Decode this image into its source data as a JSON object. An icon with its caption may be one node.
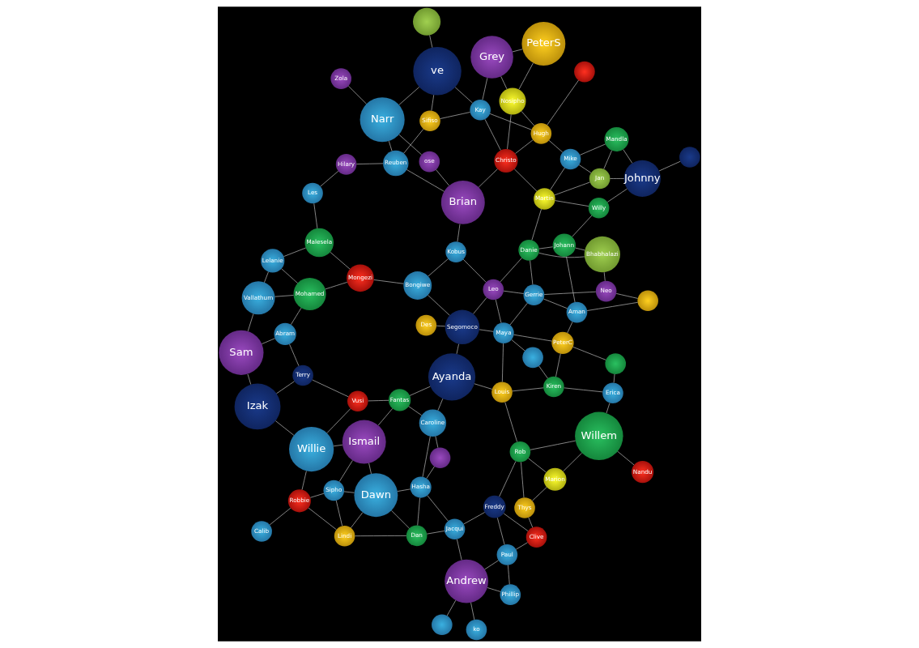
{
  "diagram": {
    "nodes": [
      {
        "text": [
          "Kay"
        ]
      },
      {
        "text": [
          "Les"
        ]
      },
      {
        "text": [
          "Malesela"
        ]
      },
      {
        "text": [
          "Hilary"
        ]
      },
      {
        "text": [
          "Lelanie"
        ]
      },
      {
        "text": [
          "Vallathum"
        ]
      },
      {
        "text": [
          "Sifiso"
        ]
      },
      {
        "text": [
          "PeterS"
        ]
      },
      {
        "text": [
          "Sam"
        ]
      },
      {
        "text": [
          "Izak"
        ]
      },
      {
        "text": [
          "Reuben"
        ]
      },
      {
        "text": [
          "ve"
        ]
      },
      {
        "text": [],
        "shape": "circle"
      },
      {
        "text": [
          "Grey"
        ]
      },
      {
        "text": [
          "Calib"
        ]
      },
      {
        "text": [
          "Willie"
        ]
      },
      {
        "text": [
          "Narr"
        ]
      },
      {
        "text": [
          "Zola"
        ]
      },
      {
        "text": [
          "Vusi"
        ]
      },
      {
        "text": [
          "Robbie"
        ]
      },
      {
        "text": [
          "Mongezi"
        ]
      },
      {
        "text": [
          "Terry"
        ]
      },
      {
        "text": [
          "Abram"
        ]
      },
      {
        "text": [
          "Mohamed"
        ]
      },
      {
        "text": [
          "Nosipho"
        ]
      },
      {
        "text": [
          "Sipho"
        ]
      },
      {
        "text": [
          "Bongiwe"
        ]
      },
      {
        "text": [
          "Ismail"
        ]
      },
      {
        "text": [
          "Fantas"
        ]
      },
      {
        "text": [
          "ose"
        ]
      },
      {
        "text": [
          "Kobus"
        ]
      },
      {
        "text": [
          "Brian"
        ]
      },
      {
        "text": [
          "Christo"
        ]
      },
      {
        "text": [
          "Hugh"
        ]
      },
      {
        "text": [],
        "shape": "circle"
      },
      {
        "text": [
          "Dawn"
        ]
      },
      {
        "text": [
          "Caroline"
        ]
      },
      {
        "text": [
          "Ayanda"
        ]
      },
      {
        "text": [
          "Lindi"
        ]
      },
      {
        "text": [
          "Hasha"
        ]
      },
      {
        "text": [],
        "shape": "circle"
      },
      {
        "text": [
          "Segomoco"
        ]
      },
      {
        "text": [
          "Leo"
        ]
      },
      {
        "text": [
          "Des"
        ]
      },
      {
        "text": [
          "Dan"
        ]
      },
      {
        "text": [
          "Louis"
        ]
      },
      {
        "text": [
          "Mike"
        ]
      },
      {
        "text": [
          "Maya"
        ]
      },
      {
        "text": [
          "Martin"
        ]
      },
      {
        "text": [
          "Jacqui"
        ]
      },
      {
        "text": [
          "Danie"
        ]
      },
      {
        "text": [],
        "shape": "circle"
      },
      {
        "text": [
          "Kiren"
        ]
      },
      {
        "text": [
          "Gerrie"
        ]
      },
      {
        "text": [
          "Jan"
        ]
      },
      {
        "text": [
          "Neo"
        ]
      },
      {
        "text": [
          "Mandla"
        ]
      },
      {
        "text": [
          "Bhabhalazi"
        ]
      },
      {
        "text": [
          "Erica"
        ]
      },
      {
        "text": [],
        "shape": "circle"
      },
      {
        "text": [
          "PeterC"
        ]
      },
      {
        "text": [
          "Aman"
        ]
      },
      {
        "text": [],
        "shape": "circle"
      },
      {
        "text": [
          "Rob"
        ]
      },
      {
        "text": [
          "ko"
        ]
      },
      {
        "text": [],
        "shape": "circle"
      },
      {
        "text": [
          "Andrew"
        ]
      },
      {
        "text": [
          "Freddy"
        ]
      },
      {
        "text": [
          "Willem"
        ]
      },
      {
        "text": [
          "Paul"
        ]
      },
      {
        "text": [
          "Willy"
        ]
      },
      {
        "text": [
          "Johann"
        ]
      },
      {
        "text": [
          "Thys"
        ]
      },
      {
        "text": [
          "Clive"
        ]
      },
      {
        "text": [
          "Nandu"
        ]
      },
      {
        "text": [
          "Phillip"
        ]
      },
      {
        "text": [
          "Marion"
        ]
      },
      {
        "text": [
          "Johnny"
        ]
      },
      {
        "text": [],
        "shape": "circle"
      }
    ],
    "edges": [
      {
        "from": 0,
        "to": 6,
        "arrow": "none"
      },
      {
        "from": 0,
        "to": 11,
        "arrow": "none"
      },
      {
        "from": 0,
        "to": 13,
        "arrow": "none"
      },
      {
        "from": 0,
        "to": 32,
        "arrow": "none"
      },
      {
        "from": 0,
        "to": 33,
        "arrow": "none"
      },
      {
        "from": 1,
        "to": 2,
        "arrow": "none"
      },
      {
        "from": 1,
        "to": 3,
        "arrow": "none"
      },
      {
        "from": 2,
        "to": 4,
        "arrow": "none"
      },
      {
        "from": 2,
        "to": 20,
        "arrow": "none"
      },
      {
        "from": 4,
        "to": 5,
        "arrow": "none"
      },
      {
        "from": 4,
        "to": 23,
        "arrow": "none"
      },
      {
        "from": 5,
        "to": 8,
        "arrow": "none"
      },
      {
        "from": 5,
        "to": 23,
        "arrow": "none"
      },
      {
        "from": 3,
        "to": 10,
        "arrow": "none"
      },
      {
        "from": 6,
        "to": 10,
        "arrow": "none"
      },
      {
        "from": 6,
        "to": 11,
        "arrow": "none"
      },
      {
        "from": 7,
        "to": 13,
        "arrow": "none"
      },
      {
        "from": 7,
        "to": 24,
        "arrow": "none"
      },
      {
        "from": 8,
        "to": 9,
        "arrow": "none"
      },
      {
        "from": 8,
        "to": 22,
        "arrow": "none"
      },
      {
        "from": 9,
        "to": 15,
        "arrow": "none"
      },
      {
        "from": 9,
        "to": 21,
        "arrow": "none"
      },
      {
        "from": 10,
        "to": 16,
        "arrow": "none"
      },
      {
        "from": 10,
        "to": 31,
        "arrow": "none"
      },
      {
        "from": 11,
        "to": 16,
        "arrow": "none"
      },
      {
        "from": 11,
        "to": 12,
        "arrow": "none"
      },
      {
        "from": 16,
        "to": 17,
        "arrow": "none"
      },
      {
        "from": 16,
        "to": 29,
        "arrow": "none"
      },
      {
        "from": 13,
        "to": 24,
        "arrow": "none"
      },
      {
        "from": 24,
        "to": 33,
        "arrow": "none"
      },
      {
        "from": 24,
        "to": 32,
        "arrow": "none"
      },
      {
        "from": 14,
        "to": 19,
        "arrow": "none"
      },
      {
        "from": 15,
        "to": 18,
        "arrow": "none"
      },
      {
        "from": 15,
        "to": 27,
        "arrow": "none"
      },
      {
        "from": 15,
        "to": 19,
        "arrow": "none"
      },
      {
        "from": 18,
        "to": 21,
        "arrow": "none"
      },
      {
        "from": 18,
        "to": 28,
        "arrow": "none"
      },
      {
        "from": 20,
        "to": 26,
        "arrow": "none"
      },
      {
        "from": 20,
        "to": 23,
        "arrow": "none"
      },
      {
        "from": 21,
        "to": 22,
        "arrow": "none"
      },
      {
        "from": 22,
        "to": 23,
        "arrow": "none"
      },
      {
        "from": 19,
        "to": 25,
        "arrow": "none"
      },
      {
        "from": 19,
        "to": 38,
        "arrow": "none"
      },
      {
        "from": 25,
        "to": 27,
        "arrow": "none"
      },
      {
        "from": 25,
        "to": 35,
        "arrow": "none"
      },
      {
        "from": 25,
        "to": 38,
        "arrow": "none"
      },
      {
        "from": 26,
        "to": 30,
        "arrow": "none"
      },
      {
        "from": 26,
        "to": 41,
        "arrow": "none"
      },
      {
        "from": 27,
        "to": 35,
        "arrow": "none"
      },
      {
        "from": 27,
        "to": 28,
        "arrow": "none"
      },
      {
        "from": 28,
        "to": 36,
        "arrow": "none"
      },
      {
        "from": 28,
        "to": 37,
        "arrow": "none"
      },
      {
        "from": 29,
        "to": 31,
        "arrow": "none"
      },
      {
        "from": 30,
        "to": 31,
        "arrow": "none"
      },
      {
        "from": 30,
        "to": 42,
        "arrow": "none"
      },
      {
        "from": 31,
        "to": 32,
        "arrow": "none"
      },
      {
        "from": 32,
        "to": 33,
        "arrow": "none"
      },
      {
        "from": 33,
        "to": 34,
        "arrow": "none"
      },
      {
        "from": 32,
        "to": 48,
        "arrow": "none"
      },
      {
        "from": 33,
        "to": 46,
        "arrow": "none"
      },
      {
        "from": 35,
        "to": 39,
        "arrow": "none"
      },
      {
        "from": 35,
        "to": 44,
        "arrow": "none"
      },
      {
        "from": 35,
        "to": 38,
        "arrow": "none"
      },
      {
        "from": 36,
        "to": 39,
        "arrow": "none"
      },
      {
        "from": 36,
        "to": 40,
        "arrow": "none"
      },
      {
        "from": 36,
        "to": 37,
        "arrow": "none"
      },
      {
        "from": 37,
        "to": 45,
        "arrow": "none"
      },
      {
        "from": 37,
        "to": 41,
        "arrow": "none"
      },
      {
        "from": 39,
        "to": 40,
        "arrow": "none"
      },
      {
        "from": 39,
        "to": 44,
        "arrow": "none"
      },
      {
        "from": 39,
        "to": 49,
        "arrow": "none"
      },
      {
        "from": 38,
        "to": 44,
        "arrow": "none"
      },
      {
        "from": 41,
        "to": 43,
        "arrow": "none"
      },
      {
        "from": 41,
        "to": 42,
        "arrow": "none"
      },
      {
        "from": 41,
        "to": 47,
        "arrow": "none"
      },
      {
        "from": 42,
        "to": 50,
        "arrow": "none"
      },
      {
        "from": 42,
        "to": 53,
        "arrow": "none"
      },
      {
        "from": 42,
        "to": 47,
        "arrow": "none"
      },
      {
        "from": 44,
        "to": 49,
        "arrow": "none"
      },
      {
        "from": 45,
        "to": 47,
        "arrow": "none"
      },
      {
        "from": 45,
        "to": 52,
        "arrow": "none"
      },
      {
        "from": 45,
        "to": 63,
        "arrow": "none"
      },
      {
        "from": 46,
        "to": 48,
        "arrow": "none"
      },
      {
        "from": 46,
        "to": 54,
        "arrow": "none"
      },
      {
        "from": 46,
        "to": 56,
        "arrow": "none"
      },
      {
        "from": 47,
        "to": 51,
        "arrow": "none"
      },
      {
        "from": 47,
        "to": 53,
        "arrow": "none"
      },
      {
        "from": 47,
        "to": 60,
        "arrow": "none"
      },
      {
        "from": 48,
        "to": 54,
        "arrow": "none"
      },
      {
        "from": 48,
        "to": 50,
        "arrow": "none"
      },
      {
        "from": 48,
        "to": 70,
        "arrow": "none"
      },
      {
        "from": 49,
        "to": 67,
        "arrow": "none"
      },
      {
        "from": 49,
        "to": 66,
        "arrow": "none"
      },
      {
        "from": 50,
        "to": 53,
        "arrow": "none"
      },
      {
        "from": 50,
        "to": 57,
        "arrow": "none"
      },
      {
        "from": 50,
        "to": 71,
        "arrow": "none"
      },
      {
        "from": 51,
        "to": 52,
        "arrow": "none"
      },
      {
        "from": 52,
        "to": 58,
        "arrow": "none"
      },
      {
        "from": 52,
        "to": 60,
        "arrow": "none"
      },
      {
        "from": 53,
        "to": 55,
        "arrow": "none"
      },
      {
        "from": 53,
        "to": 61,
        "arrow": "none"
      },
      {
        "from": 54,
        "to": 56,
        "arrow": "none"
      },
      {
        "from": 54,
        "to": 77,
        "arrow": "none"
      },
      {
        "from": 55,
        "to": 57,
        "arrow": "none"
      },
      {
        "from": 55,
        "to": 62,
        "arrow": "none"
      },
      {
        "from": 56,
        "to": 77,
        "arrow": "none"
      },
      {
        "from": 57,
        "to": 71,
        "arrow": "none"
      },
      {
        "from": 58,
        "to": 59,
        "arrow": "none"
      },
      {
        "from": 58,
        "to": 68,
        "arrow": "none"
      },
      {
        "from": 59,
        "to": 60,
        "arrow": "none"
      },
      {
        "from": 60,
        "to": 61,
        "arrow": "none"
      },
      {
        "from": 61,
        "to": 62,
        "arrow": "none"
      },
      {
        "from": 61,
        "to": 71,
        "arrow": "none"
      },
      {
        "from": 63,
        "to": 67,
        "arrow": "none"
      },
      {
        "from": 63,
        "to": 72,
        "arrow": "none"
      },
      {
        "from": 63,
        "to": 76,
        "arrow": "none"
      },
      {
        "from": 63,
        "to": 68,
        "arrow": "none"
      },
      {
        "from": 64,
        "to": 66,
        "arrow": "none"
      },
      {
        "from": 65,
        "to": 66,
        "arrow": "none"
      },
      {
        "from": 66,
        "to": 69,
        "arrow": "none"
      },
      {
        "from": 66,
        "to": 75,
        "arrow": "none"
      },
      {
        "from": 67,
        "to": 69,
        "arrow": "none"
      },
      {
        "from": 67,
        "to": 73,
        "arrow": "none"
      },
      {
        "from": 68,
        "to": 74,
        "arrow": "none"
      },
      {
        "from": 69,
        "to": 73,
        "arrow": "none"
      },
      {
        "from": 69,
        "to": 75,
        "arrow": "none"
      },
      {
        "from": 70,
        "to": 71,
        "arrow": "none"
      },
      {
        "from": 70,
        "to": 77,
        "arrow": "none"
      },
      {
        "from": 72,
        "to": 73,
        "arrow": "none"
      },
      {
        "from": 72,
        "to": 76,
        "arrow": "none"
      },
      {
        "from": 76,
        "to": 68,
        "arrow": "none"
      },
      {
        "from": 77,
        "to": 78,
        "arrow": "none"
      }
    ]
  }
}
